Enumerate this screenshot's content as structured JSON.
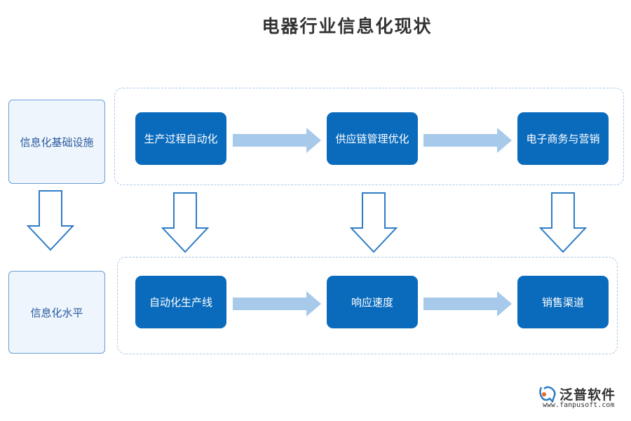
{
  "title": "电器行业信息化现状",
  "rows": [
    {
      "side_label": "信息化基础设施",
      "nodes": [
        "生产过程自动化",
        "供应链管理优化",
        "电子商务与营销"
      ]
    },
    {
      "side_label": "信息化水平",
      "nodes": [
        "自动化生产线",
        "响应速度",
        "销售渠道"
      ]
    }
  ],
  "logo": {
    "name": "泛普软件",
    "url": "www.fanpusoft.com"
  },
  "colors": {
    "node_fill": "#0a6bbd",
    "arrow_fill": "#a7c9ea",
    "down_arrow_stroke": "#2f7cc6",
    "side_fill": "#eef5fc"
  }
}
